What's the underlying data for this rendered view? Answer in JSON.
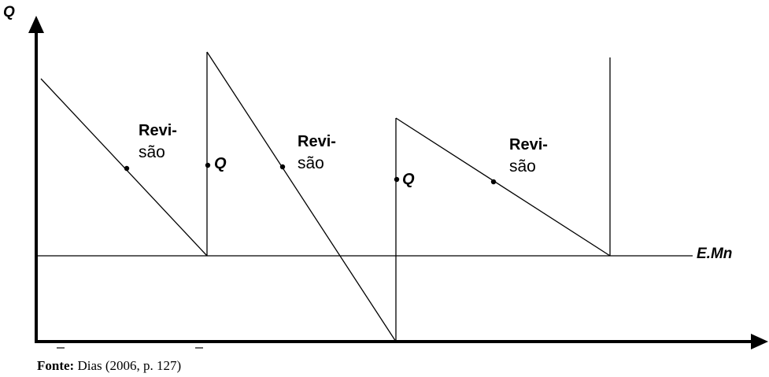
{
  "labels": {
    "y_axis": "Q",
    "reference_line": "E.Mn",
    "order_quantity": "Q",
    "review_line1": "Revi-",
    "review_line2": "são"
  },
  "source": {
    "prefix": "Fonte:",
    "text": "Dias (2006, p. 127)"
  },
  "colors": {
    "ink": "#000000",
    "background": "#ffffff"
  }
}
